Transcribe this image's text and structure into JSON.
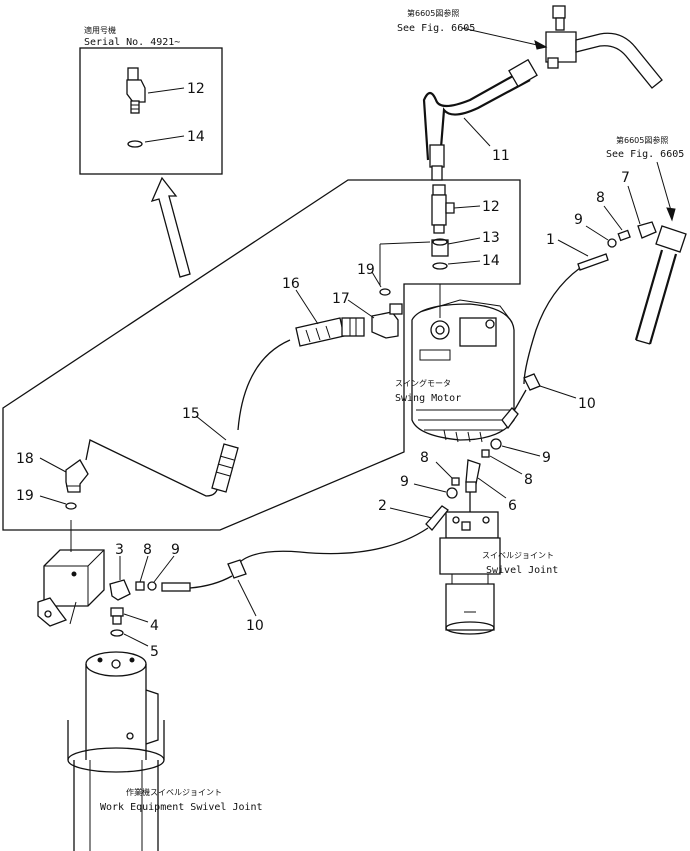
{
  "inset": {
    "jp": "適用号機",
    "serial": "Serial No. 4921~"
  },
  "refs": {
    "fig_top_jp": "第6605図参照",
    "fig_top": "See Fig. 6605",
    "fig_right_jp": "第6605図参照",
    "fig_right": "See Fig. 6605"
  },
  "components": {
    "swing_motor_jp": "スイングモータ",
    "swing_motor": "Swing Motor",
    "swivel_joint_jp": "スイベルジョイント",
    "swivel_joint": "Swivel Joint",
    "work_swivel_jp": "作業機スイベルジョイント",
    "work_swivel": "Work Equipment Swivel Joint"
  },
  "callouts": {
    "c1": "1",
    "c2": "2",
    "c3": "3",
    "c4": "4",
    "c5": "5",
    "c6": "6",
    "c7": "7",
    "c8a": "8",
    "c8b": "8",
    "c8c": "8",
    "c8d": "8",
    "c9a": "9",
    "c9b": "9",
    "c9c": "9",
    "c9d": "9",
    "c10a": "10",
    "c10b": "10",
    "c11": "11",
    "c12a": "12",
    "c12b": "12",
    "c13": "13",
    "c14a": "14",
    "c14b": "14",
    "c15": "15",
    "c16": "16",
    "c17": "17",
    "c18": "18",
    "c19a": "19",
    "c19b": "19"
  }
}
